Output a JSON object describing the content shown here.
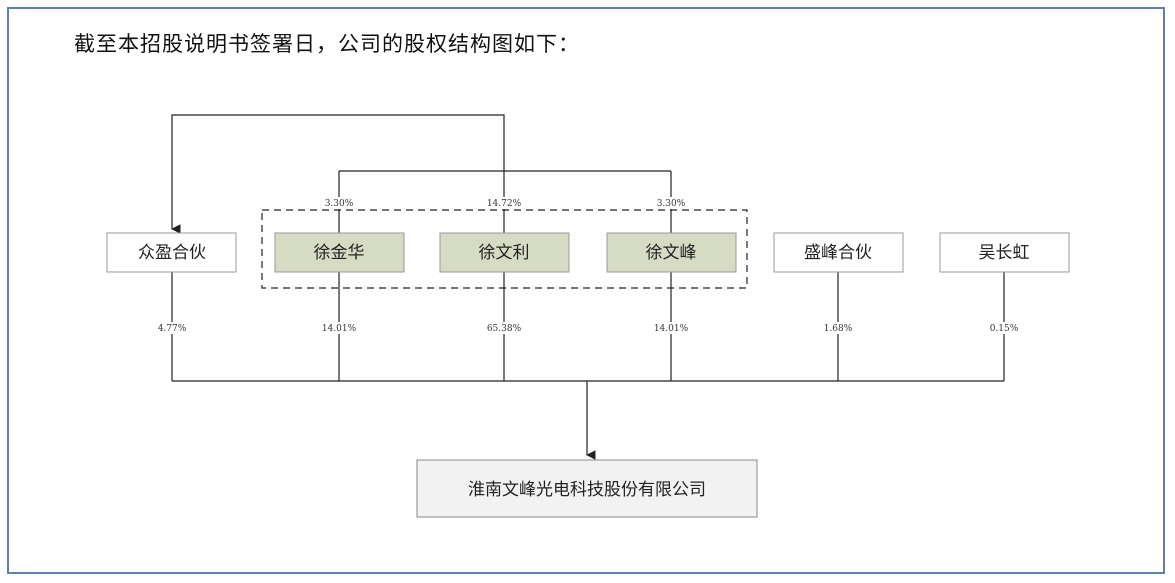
{
  "heading": "截至本招股说明书签署日，公司的股权结构图如下：",
  "colors": {
    "frame_border": "#5b7fae",
    "founder_fill": "#d6dcc4",
    "company_fill": "#f2f2f2",
    "line": "#222222"
  },
  "nodes": {
    "zhongying": "众盈合伙",
    "xu_jinhua": "徐金华",
    "xu_wenli": "徐文利",
    "xu_wenfeng": "徐文峰",
    "shengfeng": "盛峰合伙",
    "wu_changhong": "吴长虹",
    "company": "淮南文峰光电科技股份有限公司"
  },
  "holdings_in_zhongying": {
    "xu_jinhua": "3.30%",
    "xu_wenli": "14.72%",
    "xu_wenfeng": "3.30%"
  },
  "holdings_in_company": {
    "zhongying": "4.77%",
    "xu_jinhua": "14.01%",
    "xu_wenli": "65.38%",
    "xu_wenfeng": "14.01%",
    "shengfeng": "1.68%",
    "wu_changhong": "0.15%"
  }
}
